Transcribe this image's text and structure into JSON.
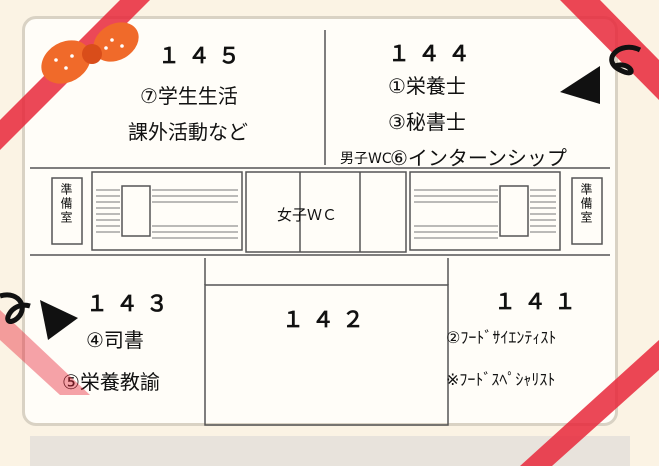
{
  "rooms": {
    "r145": {
      "number": "１４５",
      "lines": [
        "⑦学生生活",
        "課外活動など"
      ]
    },
    "r144": {
      "number": "１４４",
      "lines": [
        "①栄養士",
        "③秘書士",
        "⑥インターンシップ"
      ]
    },
    "r143": {
      "number": "１４３",
      "lines": [
        "④司書",
        "⑤栄養教諭"
      ]
    },
    "r142": {
      "number": "１４２"
    },
    "r141": {
      "number": "１４１",
      "lines": [
        "②ﾌｰﾄﾞｻｲｴﾝﾃｨｽﾄ",
        "※ﾌｰﾄﾞｽﾍﾟｼｬﾘｽﾄ"
      ]
    }
  },
  "facilities": {
    "prep_left": "準備室",
    "prep_right": "準備室",
    "womens_wc": "女子ＷＣ",
    "mens_wc": "男子WC"
  },
  "colors": {
    "ribbon": "#e8283a",
    "bow": "#f06a2a",
    "arrow": "#111111"
  }
}
